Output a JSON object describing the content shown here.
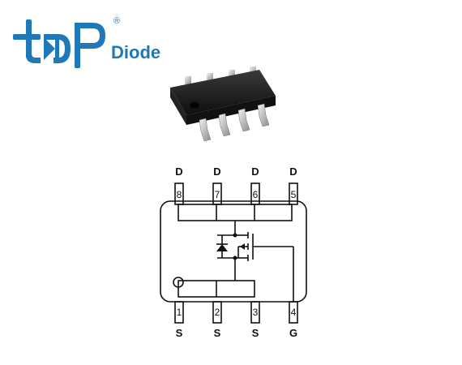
{
  "brand": {
    "name": "Diode",
    "registered_mark": "®",
    "brand_color": "#1f78b8"
  },
  "package_image": "soic-8-package",
  "schematic": {
    "top_pins": [
      {
        "number": "8",
        "label": "D"
      },
      {
        "number": "7",
        "label": "D"
      },
      {
        "number": "6",
        "label": "D"
      },
      {
        "number": "5",
        "label": "D"
      }
    ],
    "bottom_pins": [
      {
        "number": "1",
        "label": "S"
      },
      {
        "number": "2",
        "label": "S"
      },
      {
        "number": "3",
        "label": "S"
      },
      {
        "number": "4",
        "label": "G"
      }
    ]
  }
}
